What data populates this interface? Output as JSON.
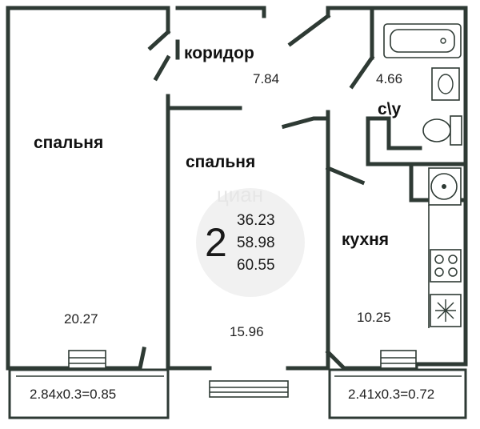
{
  "rooms": {
    "bedroom_left": {
      "label": "спальня",
      "area": "20.27"
    },
    "bedroom_mid": {
      "label": "спальня",
      "area": "15.96"
    },
    "corridor": {
      "label": "коридор",
      "area": "7.84"
    },
    "bathroom": {
      "label": "с\\у",
      "area": "4.66"
    },
    "kitchen": {
      "label": "кухня",
      "area": "10.25"
    }
  },
  "balconies": {
    "left": {
      "formula": "2.84x0.3=0.85"
    },
    "right": {
      "formula": "2.41x0.3=0.72"
    }
  },
  "summary": {
    "rooms_count": "2",
    "living_area": "36.23",
    "total_area": "58.98",
    "total_with_balconies": "60.55"
  },
  "watermark": {
    "text": "циан"
  },
  "colors": {
    "wall": "#2e3a34",
    "badge": "#f1f1f1",
    "text": "#111111"
  }
}
